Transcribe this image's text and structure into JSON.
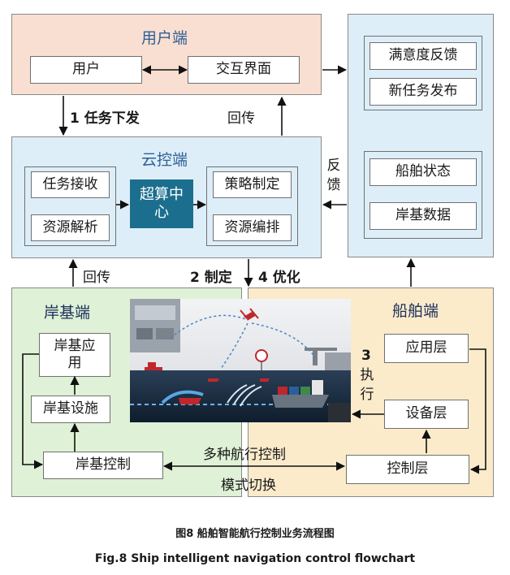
{
  "user_panel": {
    "title": "用户端",
    "user_box": "用户",
    "interface_box": "交互界面"
  },
  "cloud_panel": {
    "title": "云控端",
    "task_receive": "任务接收",
    "resource_parse": "资源解析",
    "supercomputing_center": "超算中心",
    "strategy": "策略制定",
    "resource_arrange": "资源编排"
  },
  "right_panel": {
    "satisfaction": "满意度反馈",
    "new_task": "新任务发布",
    "ship_status": "船舶状态",
    "shore_data": "岸基数据"
  },
  "shore_panel": {
    "title": "岸基端",
    "shore_app": "岸基应用",
    "shore_facility": "岸基设施",
    "shore_control": "岸基控制"
  },
  "ship_panel": {
    "title": "船舶端",
    "app_layer": "应用层",
    "device_layer": "设备层",
    "control_layer": "控制层"
  },
  "labels": {
    "task_issue": "1 任务下发",
    "return_top": "回传",
    "feedback": "反馈",
    "return_bottom": "回传",
    "formulate": "2 制定",
    "optimize": "4 优化",
    "execute_num": "3",
    "execute": "执行",
    "multi_mode": "多种航行控制",
    "mode_switch": "模式切换"
  },
  "caption_cn": "图8 船舶智能航行控制业务流程图",
  "caption_en": "Fig.8 Ship intelligent navigation control flowchart",
  "colors": {
    "user_bg": "#f9dfd1",
    "cloud_bg": "#ddeef8",
    "shore_bg": "#dff1d6",
    "ship_bg": "#fbebcb",
    "title_blue": "#2f5f96",
    "supercomputing": "#1b6e8e"
  }
}
